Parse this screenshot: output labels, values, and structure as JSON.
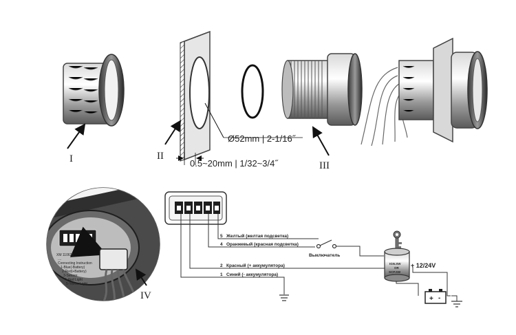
{
  "labels": {
    "part_i": "I",
    "part_ii": "II",
    "part_iii": "III",
    "part_iv": "IV"
  },
  "dimensions": {
    "hole_diameter": "Ø52mm | 2-1/16˝",
    "panel_thickness": "0.5~20mm | 1/32~3/4˝"
  },
  "wires": [
    {
      "pin": "5",
      "label": "Желтый (желтая подсветка)"
    },
    {
      "pin": "4",
      "label": "Оранжевый (красная подсветка)"
    },
    {
      "pin": "2",
      "label": "Красный (+ аккумулятора)"
    },
    {
      "pin": "1",
      "label": "Синий (- аккумулятора)"
    }
  ],
  "switch_label": "Выключатель",
  "ignition": {
    "line1": "IGN.SW",
    "line2": "OR",
    "line3": "SCP.SW"
  },
  "supply_label": "+ 12/24V",
  "battery": {
    "plus": "+",
    "minus": "-"
  },
  "inset_text": {
    "line1": "XM 110625",
    "line2": "....",
    "line3": "Connecting Instruction",
    "line4": "1-Blue(-Battery)",
    "line5": "2-Red(+Battery)",
    "line6": "3-Sensor",
    "line7": "4-Red Light",
    "line8": "5-Yellow Light"
  }
}
